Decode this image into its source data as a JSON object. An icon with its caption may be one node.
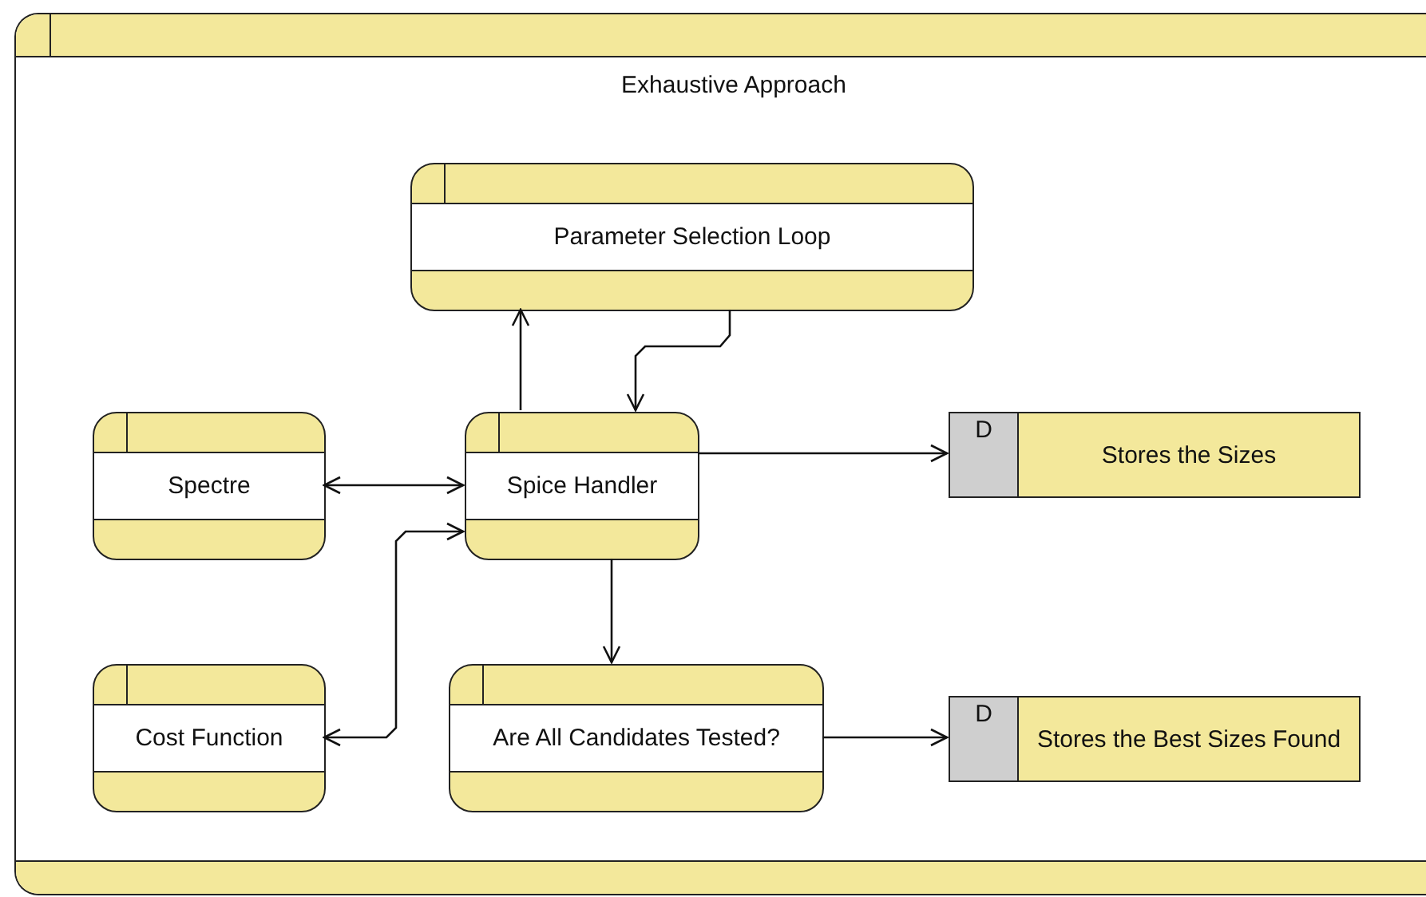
{
  "diagram": {
    "nodes": [
      {
        "text": [
          "Exhaustive Approach"
        ]
      },
      {
        "text": [
          "Parameter Selection Loop"
        ],
        "in": 0
      },
      {
        "text": [
          "Spectre"
        ],
        "in": 0
      },
      {
        "text": [
          "Spice Handler"
        ],
        "in": 0
      },
      {
        "text": [
          "D",
          "Stores the Sizes"
        ],
        "in": 0
      },
      {
        "text": [
          "Cost Function"
        ],
        "in": 0
      },
      {
        "text": [
          "Are All Candidates Tested?"
        ],
        "in": 0
      },
      {
        "text": [
          "D",
          "Stores the Best Sizes Found"
        ],
        "in": 0
      }
    ],
    "edges": [
      {
        "from": 3,
        "to": 1,
        "arrow": "to"
      },
      {
        "from": 1,
        "to": 3,
        "arrow": "to"
      },
      {
        "from": 2,
        "to": 3,
        "arrow": "both"
      },
      {
        "from": 3,
        "to": 5,
        "arrow": "both"
      },
      {
        "from": 3,
        "to": 4,
        "arrow": "to"
      },
      {
        "from": 3,
        "to": 6,
        "arrow": "to"
      },
      {
        "from": 6,
        "to": 7,
        "arrow": "to"
      }
    ]
  }
}
